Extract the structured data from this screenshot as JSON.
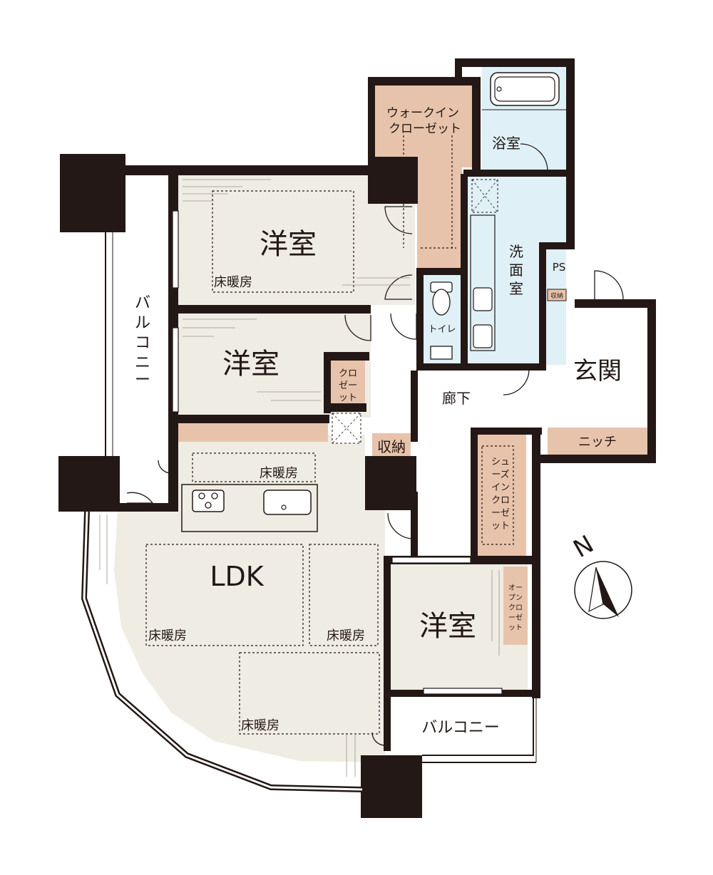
{
  "colors": {
    "wall": "#231815",
    "floor": "#efece4",
    "wet": "#dff0f7",
    "storage": "#e8c3ab",
    "white": "#ffffff"
  },
  "labels": {
    "wic": [
      "ウォークイン",
      "クローゼット"
    ],
    "bath": "浴室",
    "washroom": [
      "洗",
      "面",
      "室"
    ],
    "ps": "PS",
    "small_storage": "収納",
    "toilet": "トイレ",
    "room1": "洋室",
    "room2": "洋室",
    "room3": "洋室",
    "entrance": "玄関",
    "hallway": "廊下",
    "niche": "ニッチ",
    "closet": [
      "クロ",
      "ゼー",
      "ット"
    ],
    "storage": "収納",
    "shoes_closet": [
      "シュ",
      "ーズ",
      "イン",
      "クロ",
      "ーゼ",
      "ット"
    ],
    "open_closet": [
      "オー",
      "プン",
      "クロ",
      "ーゼ",
      "ット"
    ],
    "ldk": "LDK",
    "floor_heating": "床暖房",
    "balcony_west": [
      "バ",
      "ル",
      "コ",
      "ニ",
      "ー"
    ],
    "balcony_south": "バルコニー",
    "north": "N"
  }
}
